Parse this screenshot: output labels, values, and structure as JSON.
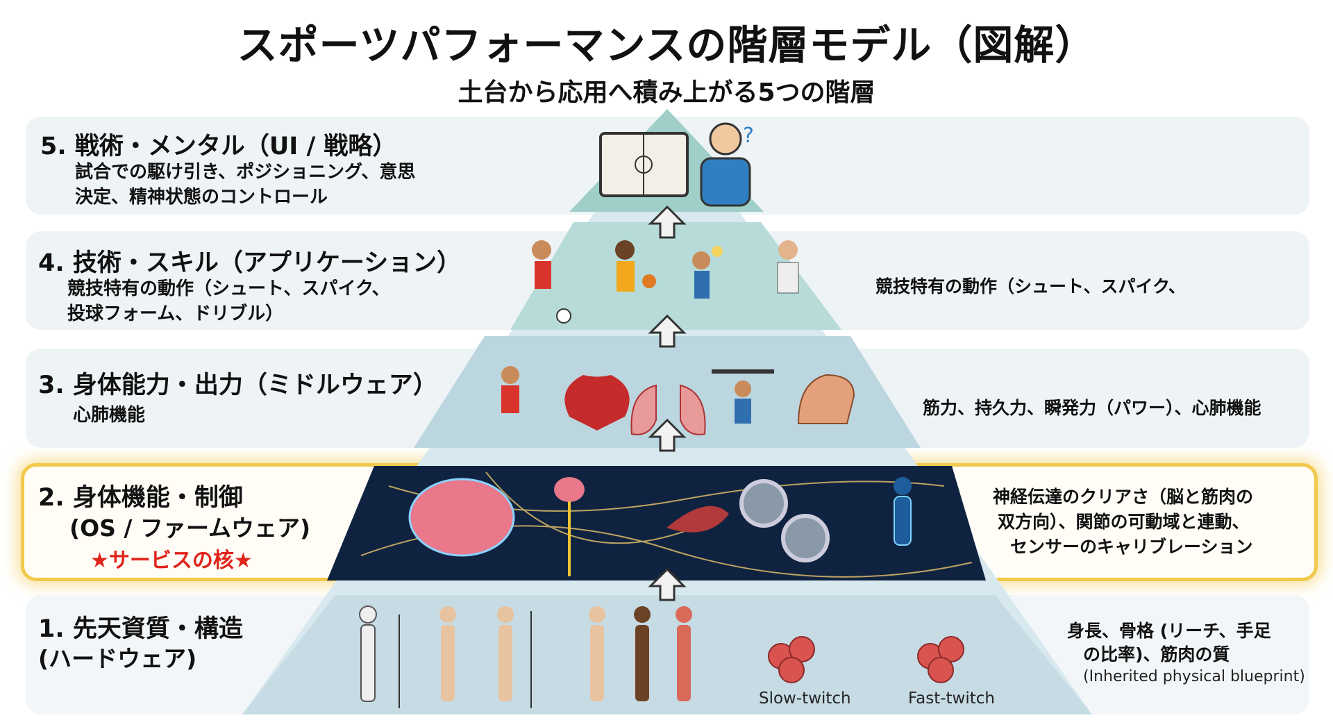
{
  "title": "スポーツパフォーマンスの階層モデル（図解）",
  "subtitle": "土台から応用へ積み上がる5つの階層",
  "layers": [
    {
      "heading": "5. 戦術・メンタル（UI / 戦略）",
      "lines": [
        "試合での駆け引き、ポジショニング、意思",
        "決定、精神状態のコントロール"
      ],
      "right": []
    },
    {
      "heading": "4. 技術・スキル（アプリケーション）",
      "lines": [
        "競技特有の動作（シュート、スパイク、",
        "投球フォーム、ドリブル）"
      ],
      "right": [
        "競技特有の動作（シュート、スパイク、"
      ]
    },
    {
      "heading": "3. 身体能力・出力（ミドルウェア）",
      "lines": [
        "心肺機能"
      ],
      "right": [
        "筋力、持久力、瞬発力（パワー）、心肺機能"
      ]
    },
    {
      "heading": "2. 身体機能・制御",
      "lines": [
        "(OS / ファームウェア)"
      ],
      "badge": "★サービスの核★",
      "right": [
        "神経伝達のクリアさ（脳と筋肉の",
        "双方向）、関節の可動域と連動、",
        "センサーのキャリブレーション"
      ]
    },
    {
      "heading": "1. 先天資質・構造",
      "lines": [
        "(ハードウェア)"
      ],
      "right": [
        "身長、骨格 (リーチ、手足",
        "の比率)、筋肉の質",
        "(Inherited physical blueprint)"
      ],
      "fiber_labels": [
        "Slow-twitch",
        "Fast-twitch"
      ]
    }
  ],
  "colors": {
    "highlight": "#f2c94c",
    "badge": "#e0241b",
    "core_layer": "#0f2340",
    "pyramid": "#bcd6e0"
  }
}
